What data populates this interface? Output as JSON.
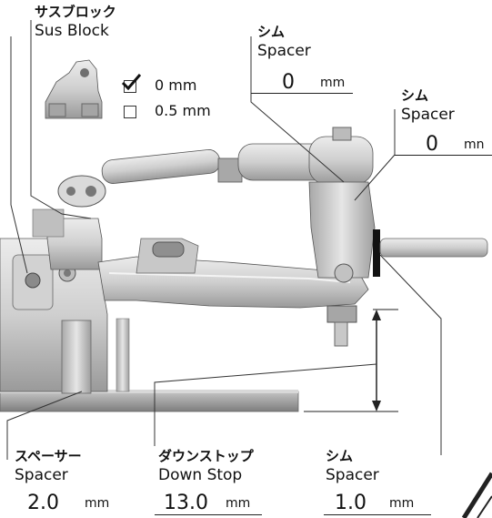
{
  "sus_block": {
    "title_jp": "サスブロック",
    "title_en": "Sus Block",
    "options": [
      {
        "label": "0 mm",
        "checked": true
      },
      {
        "label": "0.5 mm",
        "checked": false
      }
    ]
  },
  "shim_upper_rod": {
    "title_jp": "シム",
    "title_en": "Spacer",
    "value": "0",
    "unit": "mm"
  },
  "shim_upper_right": {
    "title_jp": "シム",
    "title_en": "Spacer",
    "value": "0",
    "unit": "mn"
  },
  "spacer_bottom": {
    "title_jp": "スペーサー",
    "title_en": "Spacer",
    "value": "2.0",
    "unit": "mm"
  },
  "down_stop": {
    "title_jp": "ダウンストップ",
    "title_en": "Down Stop",
    "value": "13.0",
    "unit": "mm"
  },
  "shim_bottom": {
    "title_jp": "シム",
    "title_en": "Spacer",
    "value": "1.0",
    "unit": "mm"
  },
  "colors": {
    "part_light": "#d6d6d6",
    "part_mid": "#b8b8b8",
    "part_dark": "#8c8c8c",
    "outline": "#555555",
    "ink": "#111111",
    "spacer_black": "#111111"
  }
}
